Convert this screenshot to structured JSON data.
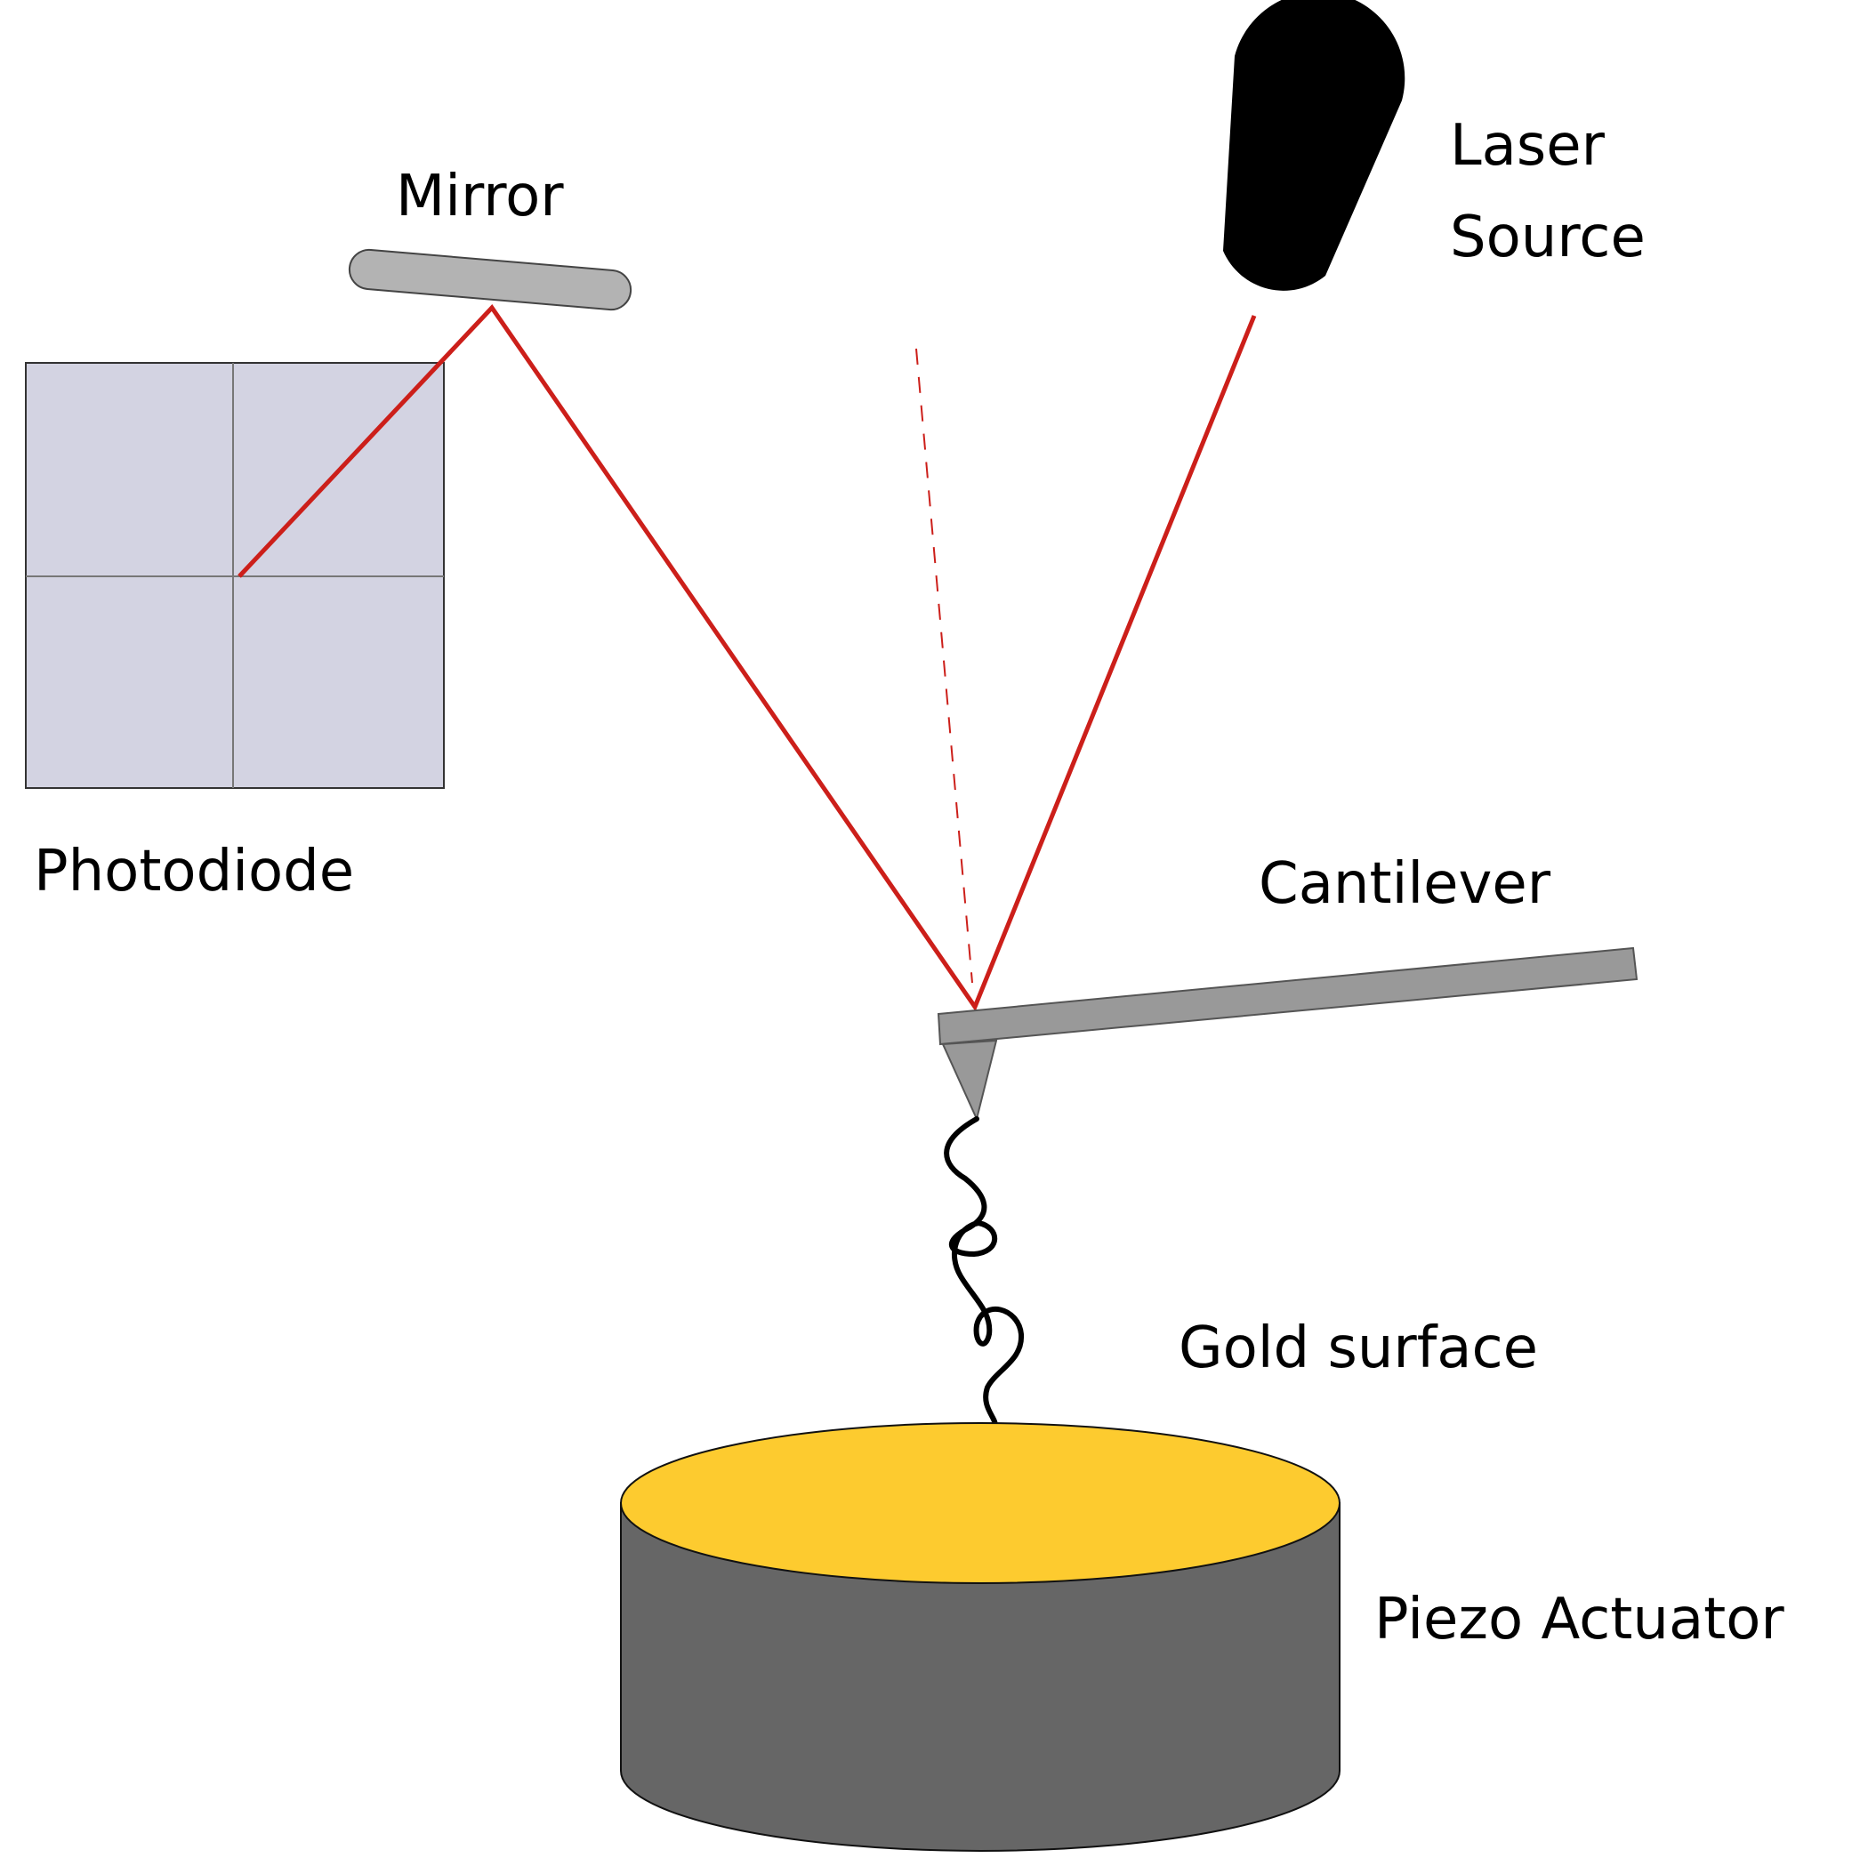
{
  "labels": {
    "mirror": "Mirror",
    "laser_line1": "Laser",
    "laser_line2": "Source",
    "photodiode": "Photodiode",
    "cantilever": "Cantilever",
    "gold_surface": "Gold surface",
    "piezo_actuator": "Piezo Actuator"
  },
  "colors": {
    "laser_beam": "#cc1f1a",
    "photodiode_fill": "#d3d3e2",
    "mirror_fill": "#b3b3b3",
    "cantilever_fill": "#999999",
    "laser_body": "#000000",
    "gold": "#fdcb2f",
    "piezo_body": "#666666"
  }
}
